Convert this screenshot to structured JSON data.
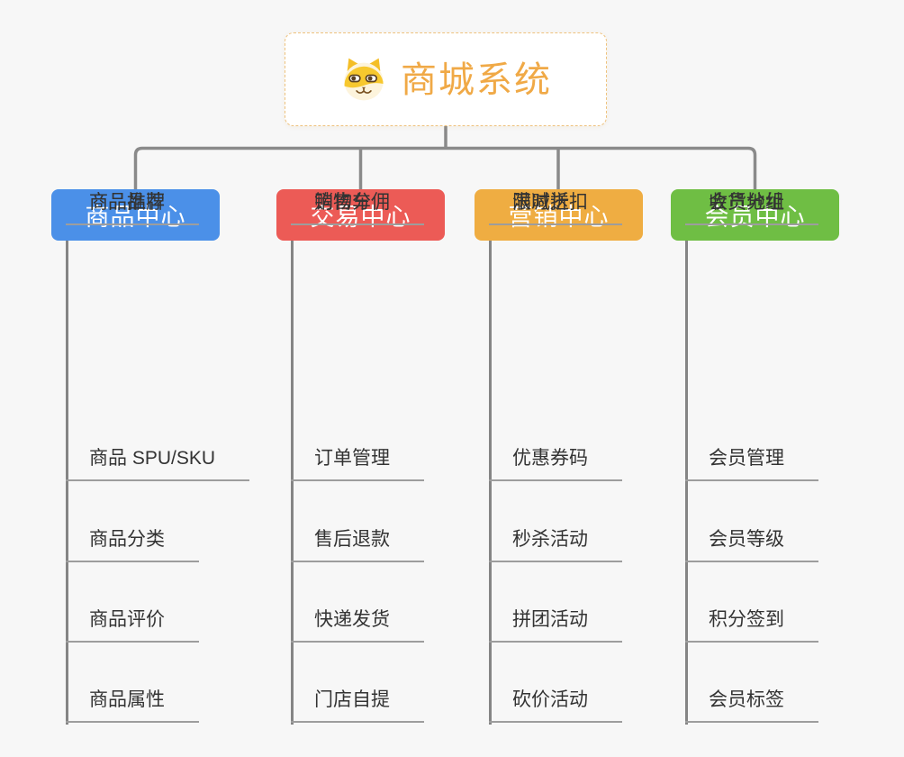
{
  "page": {
    "background_color": "#f7f7f7",
    "connector_color": "#8a8a8a",
    "leaf_line_color": "#9d9d9d",
    "leaf_text_color": "#333333"
  },
  "root": {
    "title": "商城系统",
    "icon": "shiba-dog-icon",
    "text_color": "#F0A946",
    "border_color": "#eec27e"
  },
  "branches": [
    {
      "label": "商品中心",
      "color": "#4B90E8",
      "items": [
        "商品 SPU/SKU",
        "商品分类",
        "商品评价",
        "商品属性",
        "商品推荐",
        "商品品牌"
      ]
    },
    {
      "label": "交易中心",
      "color": "#EC5B56",
      "items": [
        "订单管理",
        "售后退款",
        "快递发货",
        "门店自提",
        "购物车",
        "销售分佣"
      ]
    },
    {
      "label": "营销中心",
      "color": "#EFAD42",
      "items": [
        "优惠券码",
        "秒杀活动",
        "拼团活动",
        "砍价活动",
        "限时折扣",
        "满减送"
      ]
    },
    {
      "label": "会员中心",
      "color": "#6FBE44",
      "items": [
        "会员管理",
        "会员等级",
        "积分签到",
        "会员标签",
        "会员分组",
        "收货地址"
      ]
    }
  ]
}
